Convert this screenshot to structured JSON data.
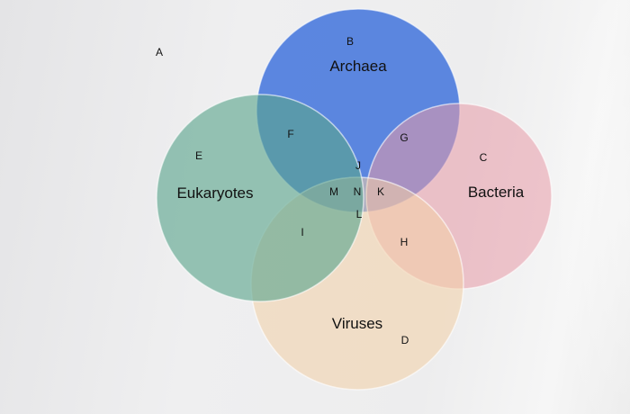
{
  "diagram": {
    "sets": [
      {
        "id": "archaea",
        "label": "Archaea",
        "color": "#3a6fdc"
      },
      {
        "id": "bacteria",
        "label": "Bacteria",
        "color": "#e89aa8"
      },
      {
        "id": "viruses",
        "label": "Viruses",
        "color": "#f3cfa6"
      },
      {
        "id": "eukaryotes",
        "label": "Eukaryotes",
        "color": "#5aa58c"
      }
    ],
    "region_letters": {
      "A": "A",
      "B": "B",
      "C": "C",
      "D": "D",
      "E": "E",
      "F": "F",
      "G": "G",
      "H": "H",
      "I": "I",
      "J": "J",
      "K": "K",
      "L": "L",
      "M": "M",
      "N": "N"
    }
  }
}
